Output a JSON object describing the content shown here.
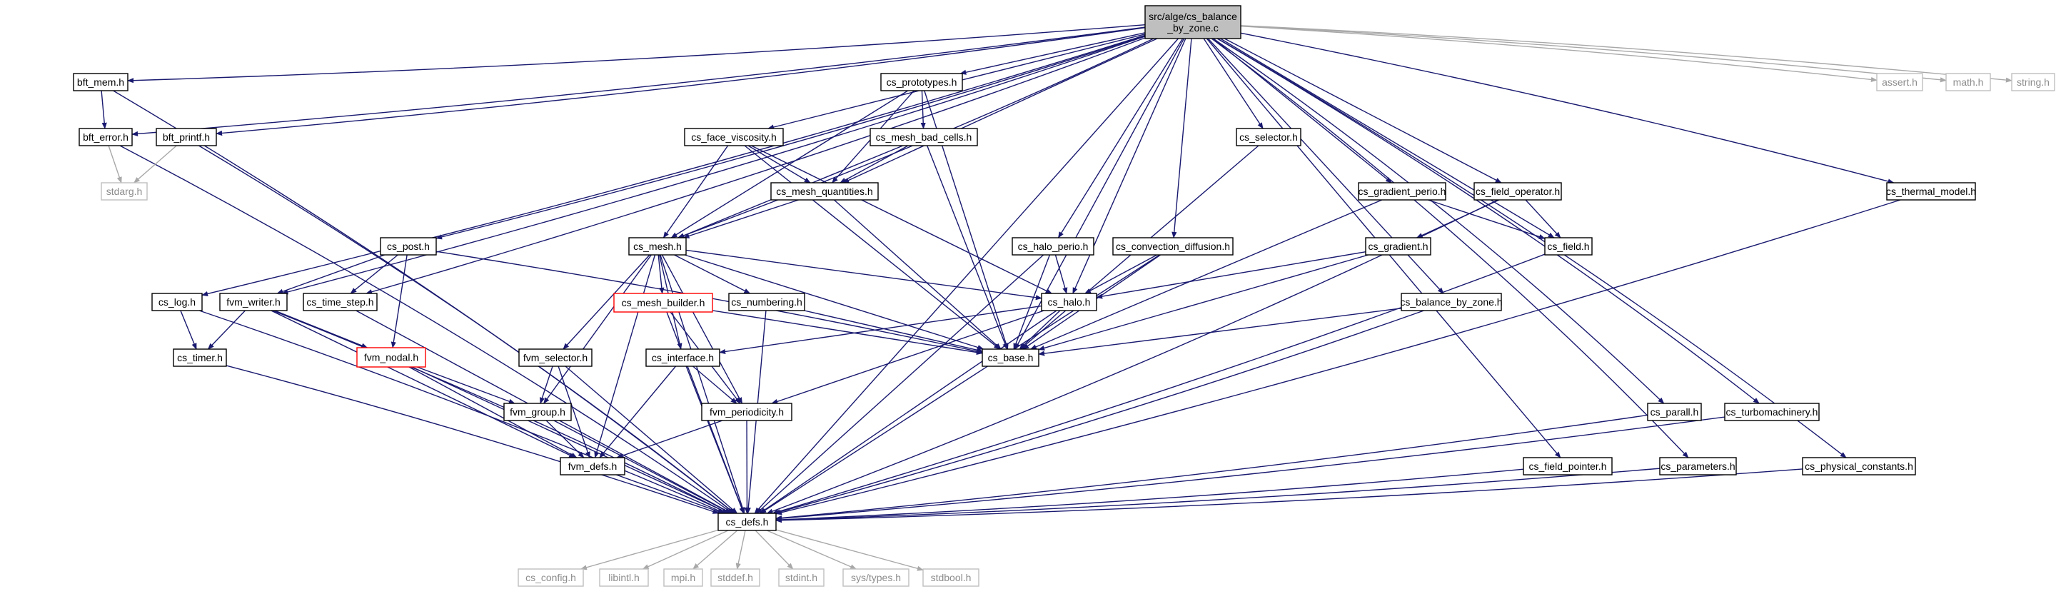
{
  "colors": {
    "edge": "#191970",
    "edge_to_system_header": "#a8a8a8",
    "root_fill": "#bfbfbf",
    "node_border": "#000000",
    "system_header_border": "#bfbfbf",
    "system_header_text": "#8c8c8c",
    "incomplete_border": "#ff0000"
  },
  "nodes": [
    {
      "id": "root",
      "lines": [
        "src/alge/cs_balance",
        "_by_zone.c"
      ],
      "kind": "root"
    },
    {
      "id": "bft_mem",
      "lines": [
        "bft_mem.h"
      ],
      "kind": "normal"
    },
    {
      "id": "bft_error",
      "lines": [
        "bft_error.h"
      ],
      "kind": "normal"
    },
    {
      "id": "stdarg",
      "lines": [
        "stdarg.h"
      ],
      "kind": "missing"
    },
    {
      "id": "bft_printf",
      "lines": [
        "bft_printf.h"
      ],
      "kind": "normal"
    },
    {
      "id": "cs_prototypes",
      "lines": [
        "cs_prototypes.h"
      ],
      "kind": "normal"
    },
    {
      "id": "cs_face_viscosity",
      "lines": [
        "cs_face_viscosity.h"
      ],
      "kind": "normal"
    },
    {
      "id": "cs_mesh_bad_cells",
      "lines": [
        "cs_mesh_bad_cells.h"
      ],
      "kind": "normal"
    },
    {
      "id": "cs_mesh_quantities",
      "lines": [
        "cs_mesh_quantities.h"
      ],
      "kind": "normal"
    },
    {
      "id": "cs_mesh",
      "lines": [
        "cs_mesh.h"
      ],
      "kind": "normal"
    },
    {
      "id": "cs_post",
      "lines": [
        "cs_post.h"
      ],
      "kind": "normal"
    },
    {
      "id": "cs_log",
      "lines": [
        "cs_log.h"
      ],
      "kind": "normal"
    },
    {
      "id": "fvm_writer",
      "lines": [
        "fvm_writer.h"
      ],
      "kind": "normal"
    },
    {
      "id": "cs_time_step",
      "lines": [
        "cs_time_step.h"
      ],
      "kind": "normal"
    },
    {
      "id": "cs_timer",
      "lines": [
        "cs_timer.h"
      ],
      "kind": "normal"
    },
    {
      "id": "fvm_nodal",
      "lines": [
        "fvm_nodal.h"
      ],
      "kind": "incomplete"
    },
    {
      "id": "cs_mesh_builder",
      "lines": [
        "cs_mesh_builder.h"
      ],
      "kind": "incomplete"
    },
    {
      "id": "cs_numbering",
      "lines": [
        "cs_numbering.h"
      ],
      "kind": "normal"
    },
    {
      "id": "fvm_selector",
      "lines": [
        "fvm_selector.h"
      ],
      "kind": "normal"
    },
    {
      "id": "fvm_group",
      "lines": [
        "fvm_group.h"
      ],
      "kind": "normal"
    },
    {
      "id": "fvm_defs",
      "lines": [
        "fvm_defs.h"
      ],
      "kind": "normal"
    },
    {
      "id": "cs_interface",
      "lines": [
        "cs_interface.h"
      ],
      "kind": "normal"
    },
    {
      "id": "fvm_periodicity",
      "lines": [
        "fvm_periodicity.h"
      ],
      "kind": "normal"
    },
    {
      "id": "cs_halo_perio",
      "lines": [
        "cs_halo_perio.h"
      ],
      "kind": "normal"
    },
    {
      "id": "cs_halo",
      "lines": [
        "cs_halo.h"
      ],
      "kind": "normal"
    },
    {
      "id": "cs_base",
      "lines": [
        "cs_base.h"
      ],
      "kind": "normal"
    },
    {
      "id": "cs_convection_diffusion",
      "lines": [
        "cs_convection_diffusion.h"
      ],
      "kind": "normal"
    },
    {
      "id": "cs_selector",
      "lines": [
        "cs_selector.h"
      ],
      "kind": "normal"
    },
    {
      "id": "cs_gradient_perio",
      "lines": [
        "cs_gradient_perio.h"
      ],
      "kind": "normal"
    },
    {
      "id": "cs_gradient",
      "lines": [
        "cs_gradient.h"
      ],
      "kind": "normal"
    },
    {
      "id": "cs_balance_by_zone",
      "lines": [
        "cs_balance_by_zone.h"
      ],
      "kind": "normal"
    },
    {
      "id": "cs_field_operator",
      "lines": [
        "cs_field_operator.h"
      ],
      "kind": "normal"
    },
    {
      "id": "cs_field",
      "lines": [
        "cs_field.h"
      ],
      "kind": "normal"
    },
    {
      "id": "cs_thermal_model",
      "lines": [
        "cs_thermal_model.h"
      ],
      "kind": "normal"
    },
    {
      "id": "cs_parall",
      "lines": [
        "cs_parall.h"
      ],
      "kind": "normal"
    },
    {
      "id": "cs_turbomachinery",
      "lines": [
        "cs_turbomachinery.h"
      ],
      "kind": "normal"
    },
    {
      "id": "cs_field_pointer",
      "lines": [
        "cs_field_pointer.h"
      ],
      "kind": "normal"
    },
    {
      "id": "cs_parameters",
      "lines": [
        "cs_parameters.h"
      ],
      "kind": "normal"
    },
    {
      "id": "cs_physical_constants",
      "lines": [
        "cs_physical_constants.h"
      ],
      "kind": "normal"
    },
    {
      "id": "assert",
      "lines": [
        "assert.h"
      ],
      "kind": "missing"
    },
    {
      "id": "math",
      "lines": [
        "math.h"
      ],
      "kind": "missing"
    },
    {
      "id": "string",
      "lines": [
        "string.h"
      ],
      "kind": "missing"
    },
    {
      "id": "cs_defs",
      "lines": [
        "cs_defs.h"
      ],
      "kind": "normal"
    },
    {
      "id": "cs_config",
      "lines": [
        "cs_config.h"
      ],
      "kind": "missing"
    },
    {
      "id": "libintl",
      "lines": [
        "libintl.h"
      ],
      "kind": "missing"
    },
    {
      "id": "mpi",
      "lines": [
        "mpi.h"
      ],
      "kind": "missing"
    },
    {
      "id": "stddef",
      "lines": [
        "stddef.h"
      ],
      "kind": "missing"
    },
    {
      "id": "stdint",
      "lines": [
        "stdint.h"
      ],
      "kind": "missing"
    },
    {
      "id": "sys_types",
      "lines": [
        "sys/types.h"
      ],
      "kind": "missing"
    },
    {
      "id": "stdbool",
      "lines": [
        "stdbool.h"
      ],
      "kind": "missing"
    }
  ],
  "edges": [
    [
      "root",
      "bft_mem"
    ],
    [
      "root",
      "bft_error"
    ],
    [
      "root",
      "bft_printf"
    ],
    [
      "root",
      "cs_prototypes"
    ],
    [
      "root",
      "cs_face_viscosity"
    ],
    [
      "root",
      "cs_mesh_quantities"
    ],
    [
      "root",
      "cs_mesh"
    ],
    [
      "root",
      "cs_post"
    ],
    [
      "root",
      "cs_log"
    ],
    [
      "root",
      "fvm_writer"
    ],
    [
      "root",
      "cs_time_step"
    ],
    [
      "root",
      "cs_halo_perio"
    ],
    [
      "root",
      "cs_halo"
    ],
    [
      "root",
      "cs_base"
    ],
    [
      "root",
      "cs_convection_diffusion"
    ],
    [
      "root",
      "cs_selector"
    ],
    [
      "root",
      "cs_gradient_perio"
    ],
    [
      "root",
      "cs_balance_by_zone"
    ],
    [
      "root",
      "cs_field_operator"
    ],
    [
      "root",
      "cs_field"
    ],
    [
      "root",
      "cs_thermal_model"
    ],
    [
      "root",
      "cs_parall"
    ],
    [
      "root",
      "cs_turbomachinery"
    ],
    [
      "root",
      "cs_field_pointer"
    ],
    [
      "root",
      "cs_parameters"
    ],
    [
      "root",
      "cs_physical_constants"
    ],
    [
      "root",
      "assert"
    ],
    [
      "root",
      "math"
    ],
    [
      "root",
      "string"
    ],
    [
      "root",
      "cs_defs"
    ],
    [
      "bft_mem",
      "bft_error"
    ],
    [
      "bft_mem",
      "cs_defs"
    ],
    [
      "bft_error",
      "stdarg"
    ],
    [
      "bft_error",
      "cs_defs"
    ],
    [
      "bft_printf",
      "stdarg"
    ],
    [
      "bft_printf",
      "cs_defs"
    ],
    [
      "cs_prototypes",
      "cs_mesh"
    ],
    [
      "cs_prototypes",
      "cs_mesh_quantities"
    ],
    [
      "cs_prototypes",
      "cs_mesh_bad_cells"
    ],
    [
      "cs_prototypes",
      "cs_base"
    ],
    [
      "cs_face_viscosity",
      "cs_mesh"
    ],
    [
      "cs_face_viscosity",
      "cs_mesh_quantities"
    ],
    [
      "cs_face_viscosity",
      "cs_halo"
    ],
    [
      "cs_face_viscosity",
      "cs_base"
    ],
    [
      "cs_mesh_bad_cells",
      "cs_mesh_quantities"
    ],
    [
      "cs_mesh_bad_cells",
      "cs_mesh"
    ],
    [
      "cs_mesh_bad_cells",
      "cs_base"
    ],
    [
      "cs_mesh_quantities",
      "cs_mesh"
    ],
    [
      "cs_mesh_quantities",
      "cs_base"
    ],
    [
      "cs_mesh",
      "cs_defs"
    ],
    [
      "cs_mesh",
      "fvm_defs"
    ],
    [
      "cs_mesh",
      "fvm_group"
    ],
    [
      "cs_mesh",
      "fvm_selector"
    ],
    [
      "cs_mesh",
      "fvm_periodicity"
    ],
    [
      "cs_mesh",
      "cs_base"
    ],
    [
      "cs_mesh",
      "cs_halo"
    ],
    [
      "cs_mesh",
      "cs_interface"
    ],
    [
      "cs_mesh",
      "cs_numbering"
    ],
    [
      "cs_mesh",
      "cs_mesh_builder"
    ],
    [
      "cs_post",
      "fvm_nodal"
    ],
    [
      "cs_post",
      "fvm_writer"
    ],
    [
      "cs_post",
      "cs_time_step"
    ],
    [
      "cs_post",
      "cs_base"
    ],
    [
      "cs_log",
      "cs_timer"
    ],
    [
      "cs_log",
      "cs_defs"
    ],
    [
      "fvm_writer",
      "cs_timer"
    ],
    [
      "fvm_writer",
      "cs_defs"
    ],
    [
      "fvm_writer",
      "fvm_defs"
    ],
    [
      "fvm_writer",
      "fvm_nodal"
    ],
    [
      "cs_time_step",
      "cs_defs"
    ],
    [
      "cs_timer",
      "cs_defs"
    ],
    [
      "fvm_nodal",
      "cs_defs"
    ],
    [
      "fvm_nodal",
      "fvm_defs"
    ],
    [
      "fvm_nodal",
      "fvm_group"
    ],
    [
      "cs_mesh_builder",
      "cs_defs"
    ],
    [
      "cs_mesh_builder",
      "fvm_periodicity"
    ],
    [
      "cs_mesh_builder",
      "cs_base"
    ],
    [
      "cs_numbering",
      "cs_defs"
    ],
    [
      "cs_numbering",
      "cs_base"
    ],
    [
      "fvm_selector",
      "fvm_defs"
    ],
    [
      "fvm_selector",
      "fvm_group"
    ],
    [
      "fvm_selector",
      "cs_defs"
    ],
    [
      "fvm_group",
      "cs_defs"
    ],
    [
      "fvm_group",
      "fvm_defs"
    ],
    [
      "fvm_defs",
      "cs_defs"
    ],
    [
      "cs_interface",
      "cs_defs"
    ],
    [
      "cs_interface",
      "fvm_periodicity"
    ],
    [
      "cs_interface",
      "fvm_defs"
    ],
    [
      "fvm_periodicity",
      "cs_defs"
    ],
    [
      "fvm_periodicity",
      "fvm_defs"
    ],
    [
      "cs_halo_perio",
      "cs_defs"
    ],
    [
      "cs_halo_perio",
      "cs_base"
    ],
    [
      "cs_halo_perio",
      "cs_halo"
    ],
    [
      "cs_halo",
      "cs_defs"
    ],
    [
      "cs_halo",
      "cs_base"
    ],
    [
      "cs_halo",
      "cs_interface"
    ],
    [
      "cs_halo",
      "fvm_periodicity"
    ],
    [
      "cs_convection_diffusion",
      "cs_defs"
    ],
    [
      "cs_convection_diffusion",
      "cs_base"
    ],
    [
      "cs_convection_diffusion",
      "cs_halo"
    ],
    [
      "cs_selector",
      "cs_base"
    ],
    [
      "cs_gradient_perio",
      "cs_base"
    ],
    [
      "cs_gradient_perio",
      "cs_field"
    ],
    [
      "cs_gradient",
      "cs_base"
    ],
    [
      "cs_gradient",
      "cs_halo"
    ],
    [
      "cs_balance_by_zone",
      "cs_defs"
    ],
    [
      "cs_balance_by_zone",
      "cs_base"
    ],
    [
      "cs_field_operator",
      "cs_defs"
    ],
    [
      "cs_field_operator",
      "cs_field"
    ],
    [
      "cs_field_operator",
      "cs_gradient"
    ],
    [
      "cs_field",
      "cs_defs"
    ],
    [
      "cs_thermal_model",
      "cs_defs"
    ],
    [
      "cs_parall",
      "cs_defs"
    ],
    [
      "cs_turbomachinery",
      "cs_defs"
    ],
    [
      "cs_field_pointer",
      "cs_defs"
    ],
    [
      "cs_parameters",
      "cs_defs"
    ],
    [
      "cs_physical_constants",
      "cs_defs"
    ],
    [
      "cs_defs",
      "cs_config"
    ],
    [
      "cs_defs",
      "libintl"
    ],
    [
      "cs_defs",
      "mpi"
    ],
    [
      "cs_defs",
      "stddef"
    ],
    [
      "cs_defs",
      "stdint"
    ],
    [
      "cs_defs",
      "sys_types"
    ],
    [
      "cs_defs",
      "stdbool"
    ]
  ]
}
